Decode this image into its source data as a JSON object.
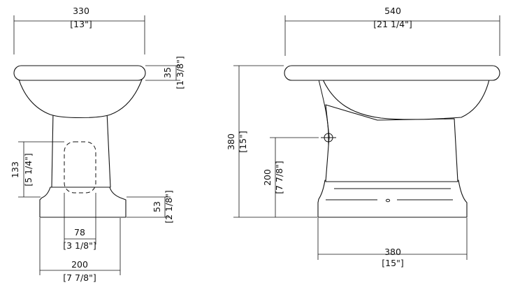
{
  "title": "",
  "accent_color": "#e8202a",
  "line_color": "#111111",
  "front_view": {
    "overall_width": {
      "mm": "330",
      "in": "[13\"]"
    },
    "rim_height": {
      "mm": "35",
      "in": "[1 3/8\"]"
    },
    "outlet_center_height": {
      "mm": "133",
      "in": "[5 1/4\"]"
    },
    "base_height": {
      "mm": "53",
      "in": "[2 1/8\"]"
    },
    "outlet_width": {
      "mm": "78",
      "in": "[3 1/8\"]"
    },
    "base_width": {
      "mm": "200",
      "in": "[7 7/8\"]"
    }
  },
  "side_view": {
    "overall_length": {
      "mm": "540",
      "in": "[21 1/4\"]"
    },
    "overall_height": {
      "mm": "380",
      "in": "[15\"]"
    },
    "outlet_height": {
      "mm": "200",
      "in": "[7 7/8\"]"
    },
    "base_length": {
      "mm": "380",
      "in": "[15\"]"
    }
  }
}
